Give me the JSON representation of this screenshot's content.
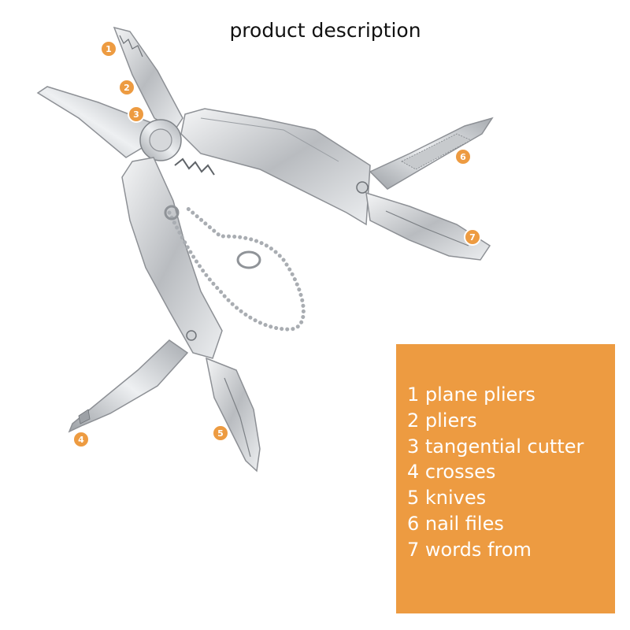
{
  "title": "product description",
  "accent_color": "#ed9b41",
  "callouts": [
    "1",
    "2",
    "3",
    "4",
    "5",
    "6",
    "7"
  ],
  "legend": [
    "1 plane pliers",
    "2 pliers",
    "3 tangential cutter",
    "4 crosses",
    "5 knives",
    "6 nail files",
    "7 words from"
  ]
}
